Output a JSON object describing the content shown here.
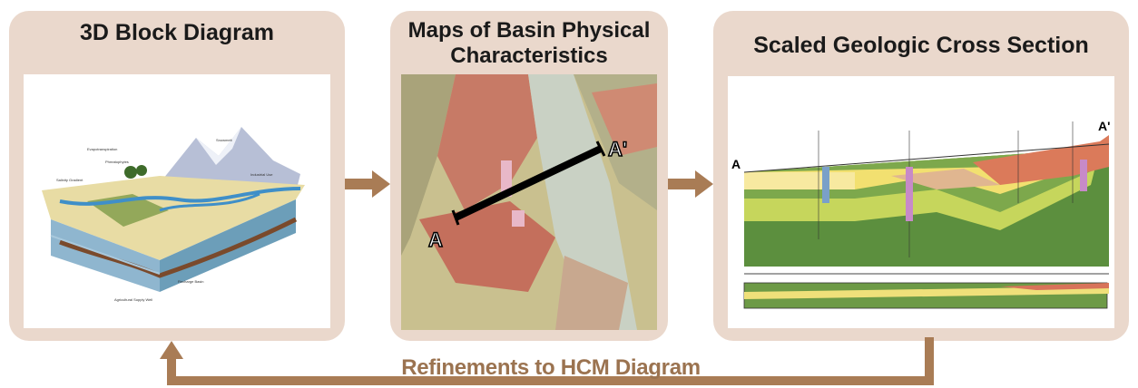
{
  "panels": {
    "block_diagram": {
      "title": "3D Block Diagram"
    },
    "basin_maps": {
      "title_line1": "Maps of Basin Physical",
      "title_line2": "Characteristics",
      "point_a": "A",
      "point_a_prime": "A'"
    },
    "cross_section": {
      "title": "Scaled Geologic Cross Section",
      "end_a": "A",
      "end_a_prime": "A'"
    }
  },
  "feedback": {
    "label": "Refinements to HCM Diagram"
  },
  "colors": {
    "panel_bg": "#ead8cc",
    "arrow": "#a97c55",
    "label": "#9b7350"
  }
}
